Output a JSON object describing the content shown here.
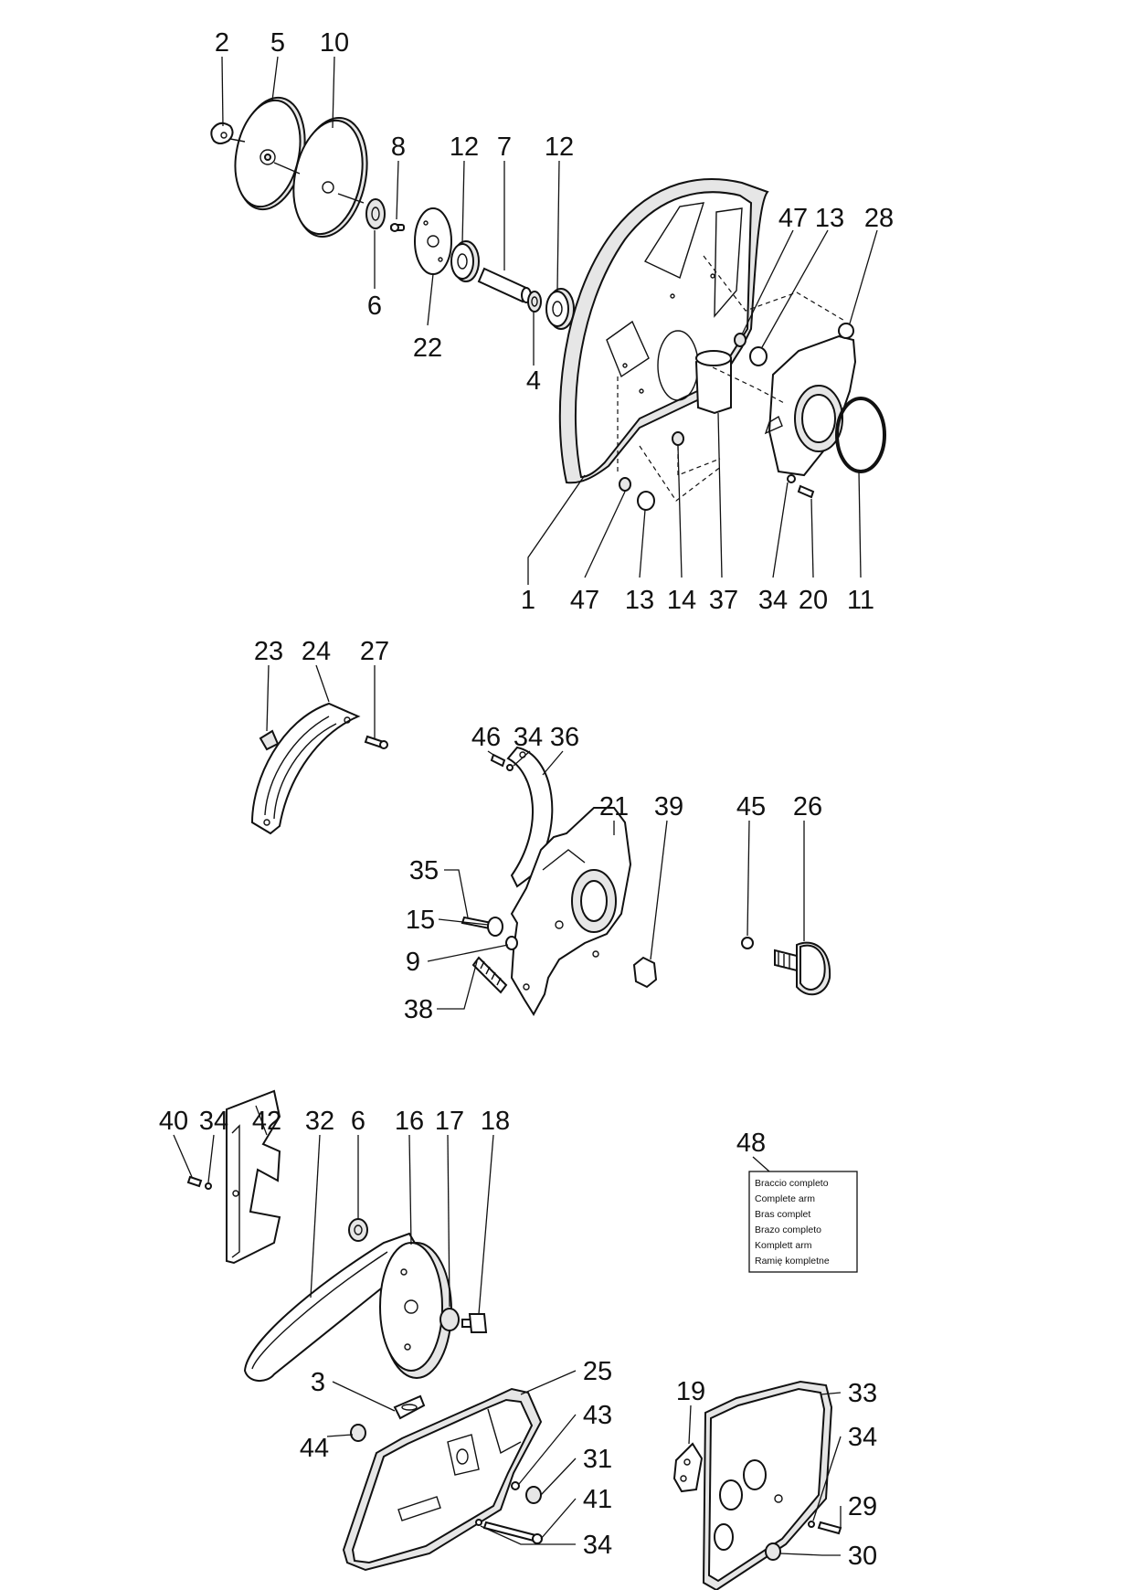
{
  "part_numbers": {
    "blade_guard": [
      "2",
      "5",
      "10",
      "8",
      "12",
      "7",
      "12",
      "6",
      "22",
      "4",
      "47",
      "13",
      "28",
      "1",
      "47",
      "13",
      "14",
      "37",
      "34",
      "20",
      "11"
    ],
    "tension_arm": [
      "23",
      "24",
      "27",
      "46",
      "34",
      "36",
      "21",
      "39",
      "45",
      "26",
      "35",
      "15",
      "9",
      "38"
    ],
    "belt_drive": [
      "40",
      "34",
      "42",
      "32",
      "6",
      "16",
      "17",
      "18",
      "3",
      "25",
      "44",
      "43",
      "31",
      "41",
      "34",
      "48",
      "19",
      "33",
      "34",
      "29",
      "30"
    ]
  },
  "legend_48": {
    "lines": [
      "Braccio completo",
      "Complete arm",
      "Bras complet",
      "Brazo completo",
      "Komplett arm",
      "Ramię kompletne"
    ]
  }
}
